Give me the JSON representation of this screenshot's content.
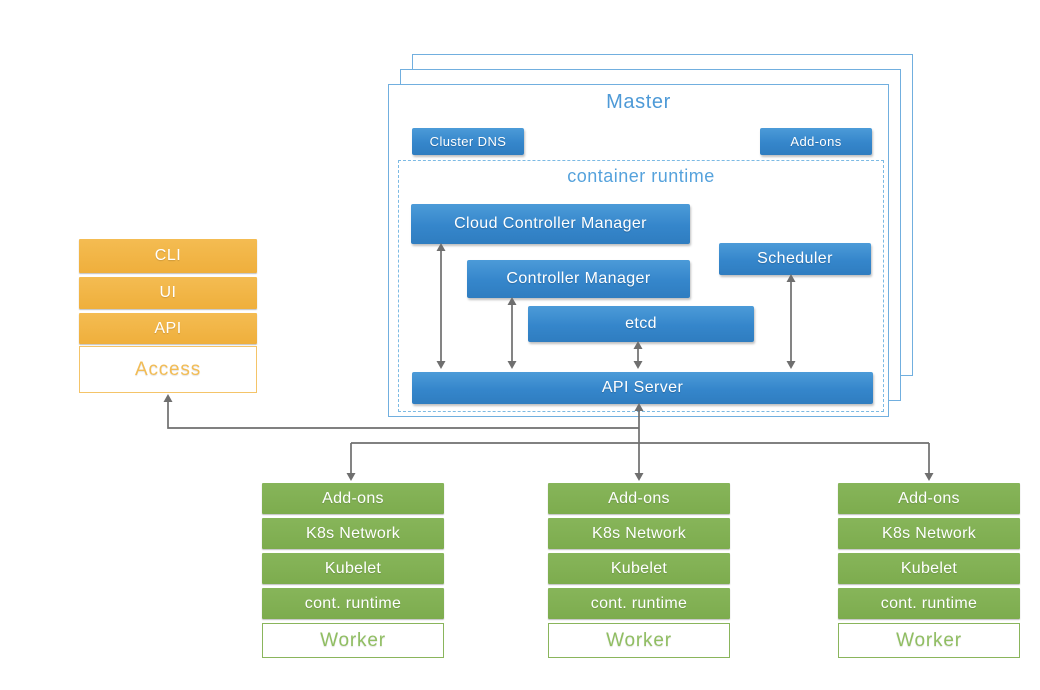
{
  "master": {
    "label": "Master",
    "cluster_dns_label": "Cluster DNS",
    "addons_label": "Add-ons",
    "container_runtime_label": "container runtime",
    "components": {
      "cloud_controller_manager": "Cloud Controller Manager",
      "controller_manager": "Controller Manager",
      "etcd": "etcd",
      "scheduler": "Scheduler",
      "api_server": "API Server"
    }
  },
  "access": {
    "rows": [
      "CLI",
      "UI",
      "API"
    ],
    "label": "Access"
  },
  "workers": [
    {
      "rows": [
        "Add-ons",
        "K8s Network",
        "Kubelet",
        "cont. runtime"
      ],
      "label": "Worker"
    },
    {
      "rows": [
        "Add-ons",
        "K8s Network",
        "Kubelet",
        "cont. runtime"
      ],
      "label": "Worker"
    },
    {
      "rows": [
        "Add-ons",
        "K8s Network",
        "Kubelet",
        "cont. runtime"
      ],
      "label": "Worker"
    }
  ],
  "colors": {
    "component_blue": "#3586CB",
    "master_border_blue": "#71AFDF",
    "master_title_blue": "#4E9AD7",
    "dashed_border_blue": "#7CBAE4",
    "access_orange": "#F0B347",
    "access_text_orange": "#F2BC55",
    "worker_green": "#82B155",
    "worker_text_green": "#90BE62",
    "arrow_gray": "#6F6F6F"
  }
}
